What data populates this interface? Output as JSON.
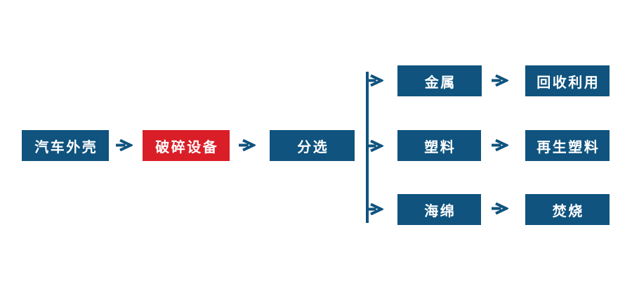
{
  "colors": {
    "node_blue": "#0F537E",
    "node_red": "#DA1E28",
    "arrow_blue": "#0F537E",
    "text": "#FFFFFF",
    "background": "#FFFFFF"
  },
  "flow": {
    "main_path": [
      {
        "label": "汽车外壳",
        "style": "blue"
      },
      {
        "label": "破碎设备",
        "style": "red"
      },
      {
        "label": "分选",
        "style": "blue"
      }
    ],
    "branches": [
      {
        "material": "金属",
        "outcome": "回收利用"
      },
      {
        "material": "塑料",
        "outcome": "再生塑料"
      },
      {
        "material": "海绵",
        "outcome": "焚烧"
      }
    ]
  }
}
